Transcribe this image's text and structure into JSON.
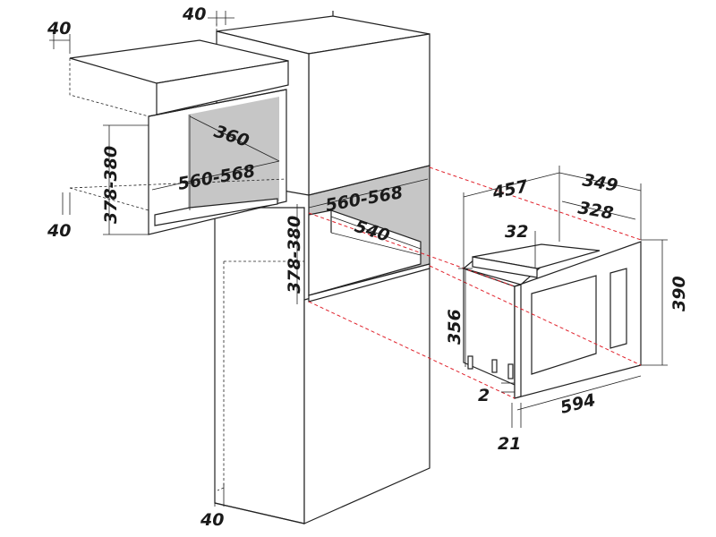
{
  "labels": {
    "top_cab_side_gap": "40",
    "tall_cab_top_gap": "40",
    "top_cab_bottom_gap": "40",
    "tall_cab_bottom_gap": "40",
    "top_cab_depth": "360",
    "top_cab_width": "560-568",
    "top_cab_height": "378-380",
    "tall_cab_width": "560-568",
    "tall_cab_depth": "540",
    "tall_cab_height": "378-380",
    "mw_total_depth": "457",
    "mw_body_depth": "349",
    "mw_cavity_depth": "328",
    "mw_top_clearance": "32",
    "mw_body_height": "356",
    "mw_front_height": "390",
    "mw_front_width": "594",
    "mw_bottom_gap": "2",
    "mw_door_thickness": "21"
  }
}
